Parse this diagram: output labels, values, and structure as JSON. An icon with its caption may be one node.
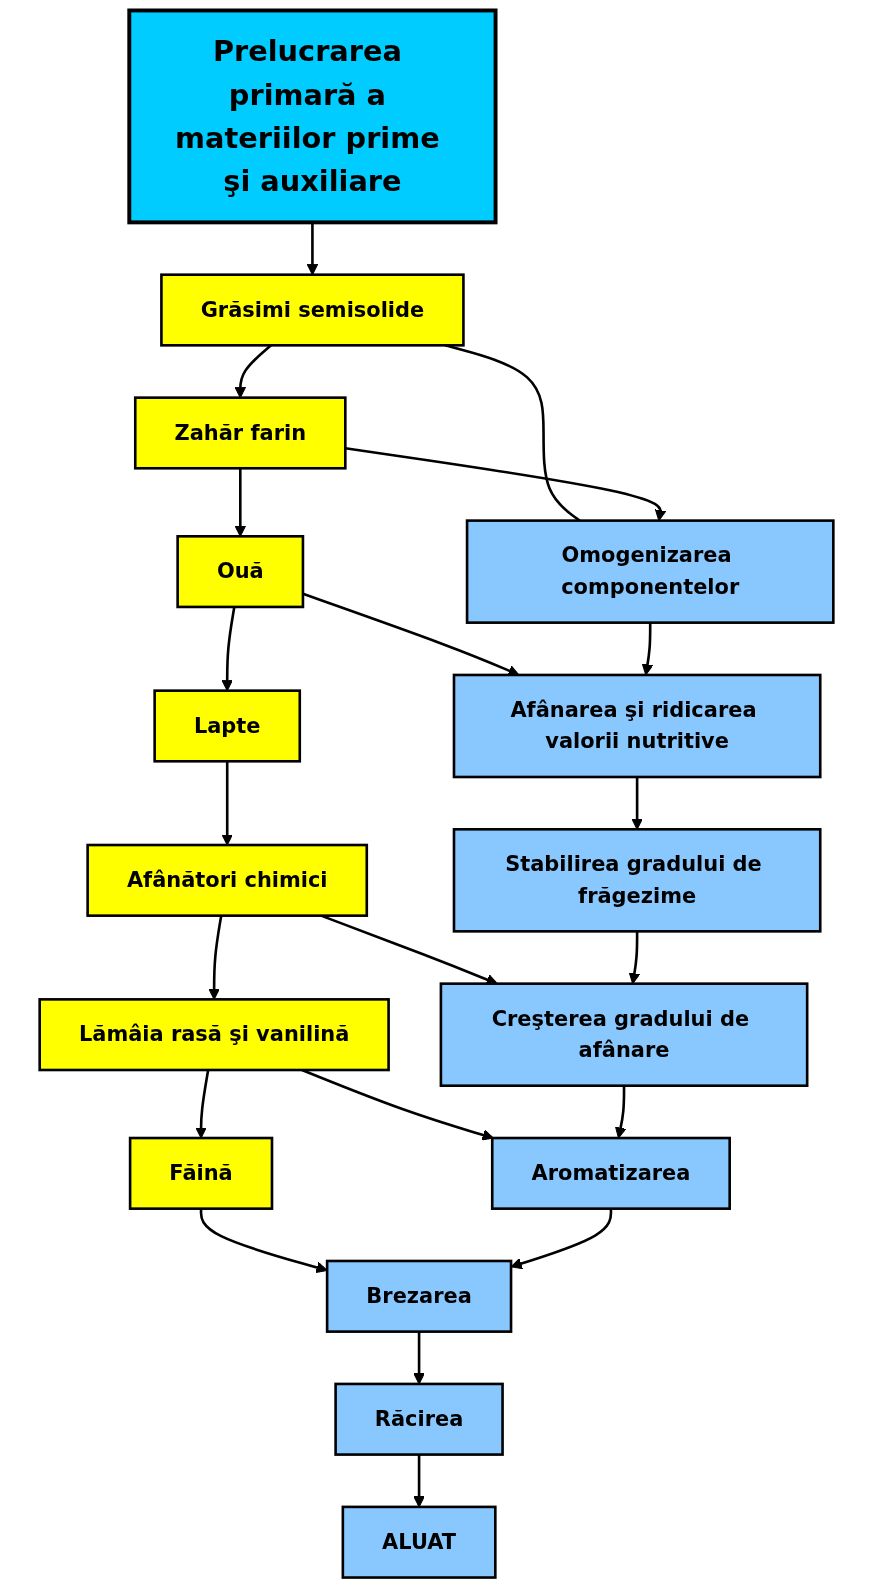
{
  "diagram": {
    "nodes": [
      {
        "text": [
          "Prelucrarea primară a materiilor prime şi auxiliare"
        ]
      },
      {
        "text": [
          "Grăsimi semisolide"
        ]
      },
      {
        "text": [
          "Zahăr farin"
        ]
      },
      {
        "text": [
          "Ouă"
        ]
      },
      {
        "text": [
          "Lapte"
        ]
      },
      {
        "text": [
          "Afânători chimici"
        ]
      },
      {
        "text": [
          "Lămâia rasă şi vanilină"
        ]
      },
      {
        "text": [
          "Făină"
        ]
      },
      {
        "text": [
          "Omogenizarea componentelor"
        ]
      },
      {
        "text": [
          "Afânarea şi ridicarea valorii nutritive"
        ]
      },
      {
        "text": [
          "Stabilirea gradului de frăgezime"
        ]
      },
      {
        "text": [
          "Creşterea gradului de afânare"
        ]
      },
      {
        "text": [
          "Aromatizarea"
        ]
      },
      {
        "text": [
          "Brezarea"
        ]
      },
      {
        "text": [
          "Răcirea"
        ]
      },
      {
        "text": [
          "ALUAT"
        ]
      }
    ],
    "edges": [
      {
        "from": 0,
        "to": 1,
        "arrow": "to"
      },
      {
        "from": 1,
        "to": 2,
        "arrow": "to"
      },
      {
        "from": 1,
        "to": 8,
        "arrow": "none"
      },
      {
        "from": 2,
        "to": 8,
        "arrow": "to"
      },
      {
        "from": 2,
        "to": 3,
        "arrow": "to"
      },
      {
        "from": 3,
        "to": 9,
        "arrow": "to"
      },
      {
        "from": 3,
        "to": 4,
        "arrow": "to"
      },
      {
        "from": 4,
        "to": 5,
        "arrow": "to"
      },
      {
        "from": 5,
        "to": 11,
        "arrow": "to"
      },
      {
        "from": 5,
        "to": 6,
        "arrow": "to"
      },
      {
        "from": 6,
        "to": 12,
        "arrow": "to"
      },
      {
        "from": 6,
        "to": 7,
        "arrow": "to"
      },
      {
        "from": 7,
        "to": 13,
        "arrow": "to"
      },
      {
        "from": 8,
        "to": 9,
        "arrow": "to"
      },
      {
        "from": 9,
        "to": 10,
        "arrow": "to"
      },
      {
        "from": 10,
        "to": 11,
        "arrow": "to"
      },
      {
        "from": 11,
        "to": 12,
        "arrow": "to"
      },
      {
        "from": 12,
        "to": 13,
        "arrow": "to"
      },
      {
        "from": 13,
        "to": 14,
        "arrow": "to"
      },
      {
        "from": 14,
        "to": 15,
        "arrow": "to"
      }
    ]
  }
}
